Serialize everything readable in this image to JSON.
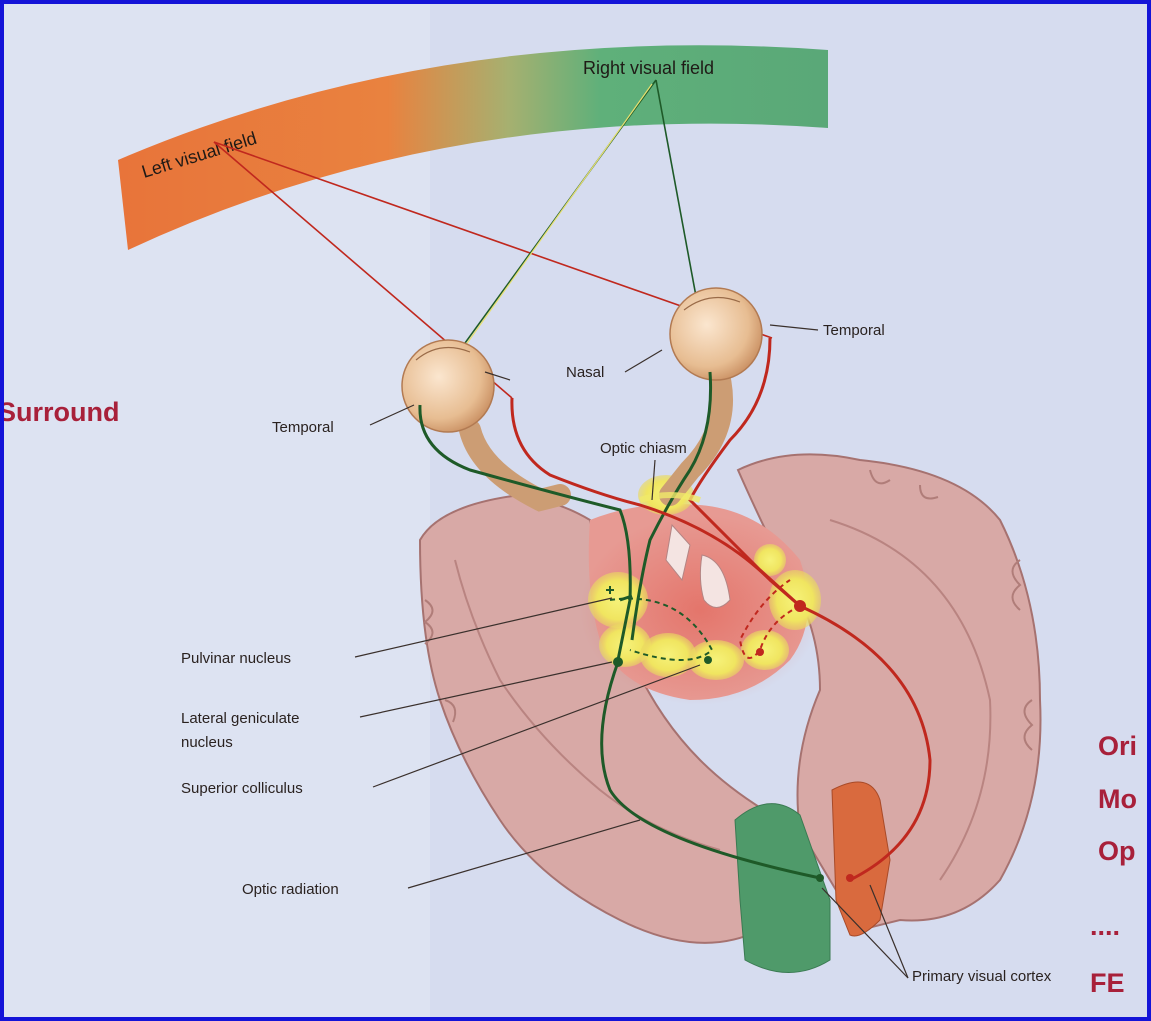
{
  "visual_field": {
    "left": "Left visual field",
    "right": "Right visual field"
  },
  "labels": {
    "temporal_right": "Temporal",
    "nasal": "Nasal",
    "temporal_left": "Temporal",
    "optic_chiasm": "Optic chiasm",
    "pulvinar": "Pulvinar nucleus",
    "lgn_line1": "Lateral geniculate",
    "lgn_line2": "nucleus",
    "superior_colliculus": "Superior colliculus",
    "optic_radiation": "Optic radiation",
    "primary_visual_cortex": "Primary visual cortex"
  },
  "slide_text": {
    "surround": "Surround",
    "right_lines": [
      "Ori",
      "Mo",
      "Op",
      "....",
      "FE"
    ]
  },
  "colors": {
    "frame": "#1414d8",
    "background": "#dde3f2",
    "left_field": "#e8743a",
    "right_field": "#5fb07a",
    "left_pathway": "#c0281e",
    "right_pathway": "#1e5a28",
    "nucleus": "#f3ee5a",
    "brain": "#d8a9a6",
    "slide_text": "#a8203a"
  }
}
